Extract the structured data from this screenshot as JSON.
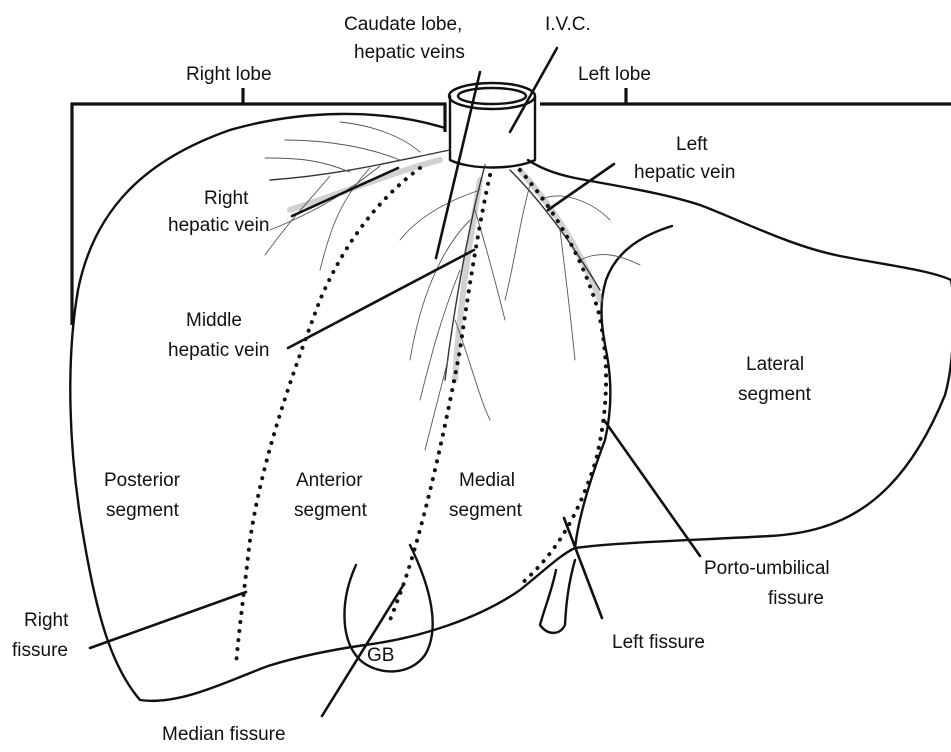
{
  "labels": {
    "right_lobe": "Right lobe",
    "left_lobe": "Left lobe",
    "caudate_line1": "Caudate lobe,",
    "caudate_line2": "hepatic veins",
    "ivc": "I.V.C.",
    "left_hv_line1": "Left",
    "left_hv_line2": "hepatic vein",
    "right_hv_line1": "Right",
    "right_hv_line2": "hepatic vein",
    "middle_hv_line1": "Middle",
    "middle_hv_line2": "hepatic vein",
    "lateral_line1": "Lateral",
    "lateral_line2": "segment",
    "posterior_line1": "Posterior",
    "posterior_line2": "segment",
    "anterior_line1": "Anterior",
    "anterior_line2": "segment",
    "medial_line1": "Medial",
    "medial_line2": "segment",
    "porto_line1": "Porto-umbilical",
    "porto_line2": "fissure",
    "right_fissure_line1": "Right",
    "right_fissure_line2": "fissure",
    "left_fissure": "Left fissure",
    "gb": "GB",
    "median_fissure": "Median fissure"
  }
}
